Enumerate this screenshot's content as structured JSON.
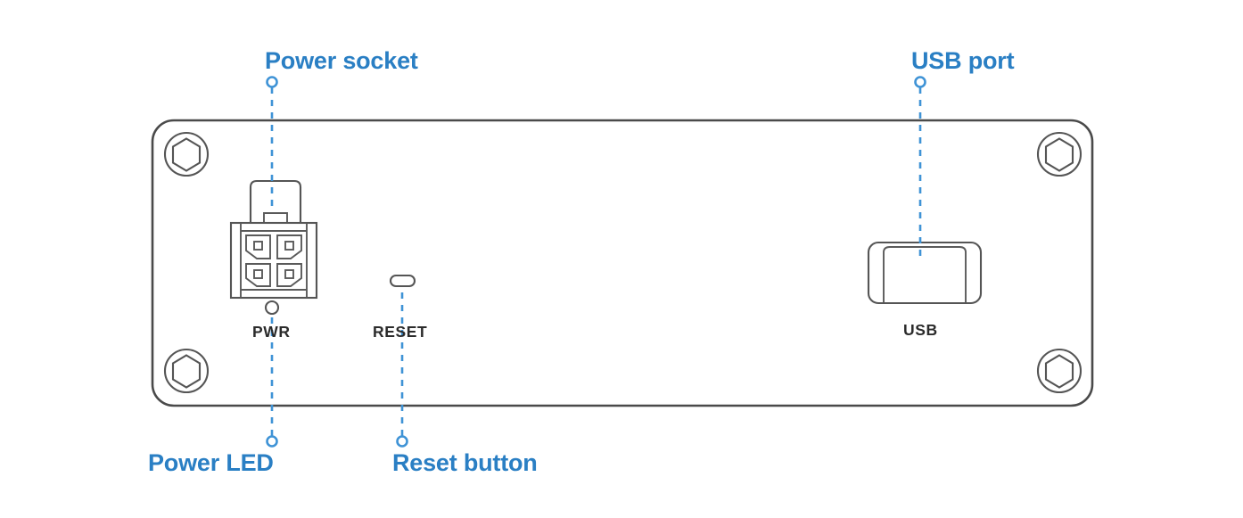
{
  "diagram": {
    "title": "Device rear panel connector diagram",
    "type": "technical-line-drawing",
    "background_color": "#ffffff",
    "outline_color": "#4a4a4a",
    "callout_color": "#2a7fc4",
    "port_label_color": "#2b2b2b"
  },
  "callouts": [
    {
      "id": "power-socket",
      "label": "Power socket",
      "position": "top-left",
      "marker": "circle-endpoint",
      "leader": "dashed-vertical-down"
    },
    {
      "id": "usb-port",
      "label": "USB port",
      "position": "top-right",
      "marker": "circle-endpoint",
      "leader": "dashed-vertical-down"
    },
    {
      "id": "power-led",
      "label": "Power LED",
      "position": "bottom-left",
      "marker": "circle-endpoint",
      "leader": "dashed-vertical-up"
    },
    {
      "id": "reset-button",
      "label": "Reset button",
      "position": "bottom-center-left",
      "marker": "circle-endpoint",
      "leader": "dashed-vertical-up"
    }
  ],
  "panel": {
    "silkscreen_labels": [
      {
        "id": "pwr",
        "text": "PWR"
      },
      {
        "id": "reset",
        "text": "RESET"
      },
      {
        "id": "usb",
        "text": "USB"
      }
    ],
    "components": [
      {
        "id": "power-connector",
        "type": "4-pin-molex-socket",
        "pin_count": 4,
        "has_latch": true
      },
      {
        "id": "power-led",
        "type": "led-indicator",
        "shape": "circle"
      },
      {
        "id": "reset-button",
        "type": "pinhole-button",
        "shape": "rounded-pill"
      },
      {
        "id": "usb-connector",
        "type": "usb-type-a-port",
        "shape": "rounded-rectangle"
      }
    ],
    "screws": [
      {
        "id": "screw-top-left",
        "type": "hex-socket-cap"
      },
      {
        "id": "screw-top-right",
        "type": "hex-socket-cap"
      },
      {
        "id": "screw-bottom-left",
        "type": "hex-socket-cap"
      },
      {
        "id": "screw-bottom-right",
        "type": "hex-socket-cap"
      }
    ]
  }
}
